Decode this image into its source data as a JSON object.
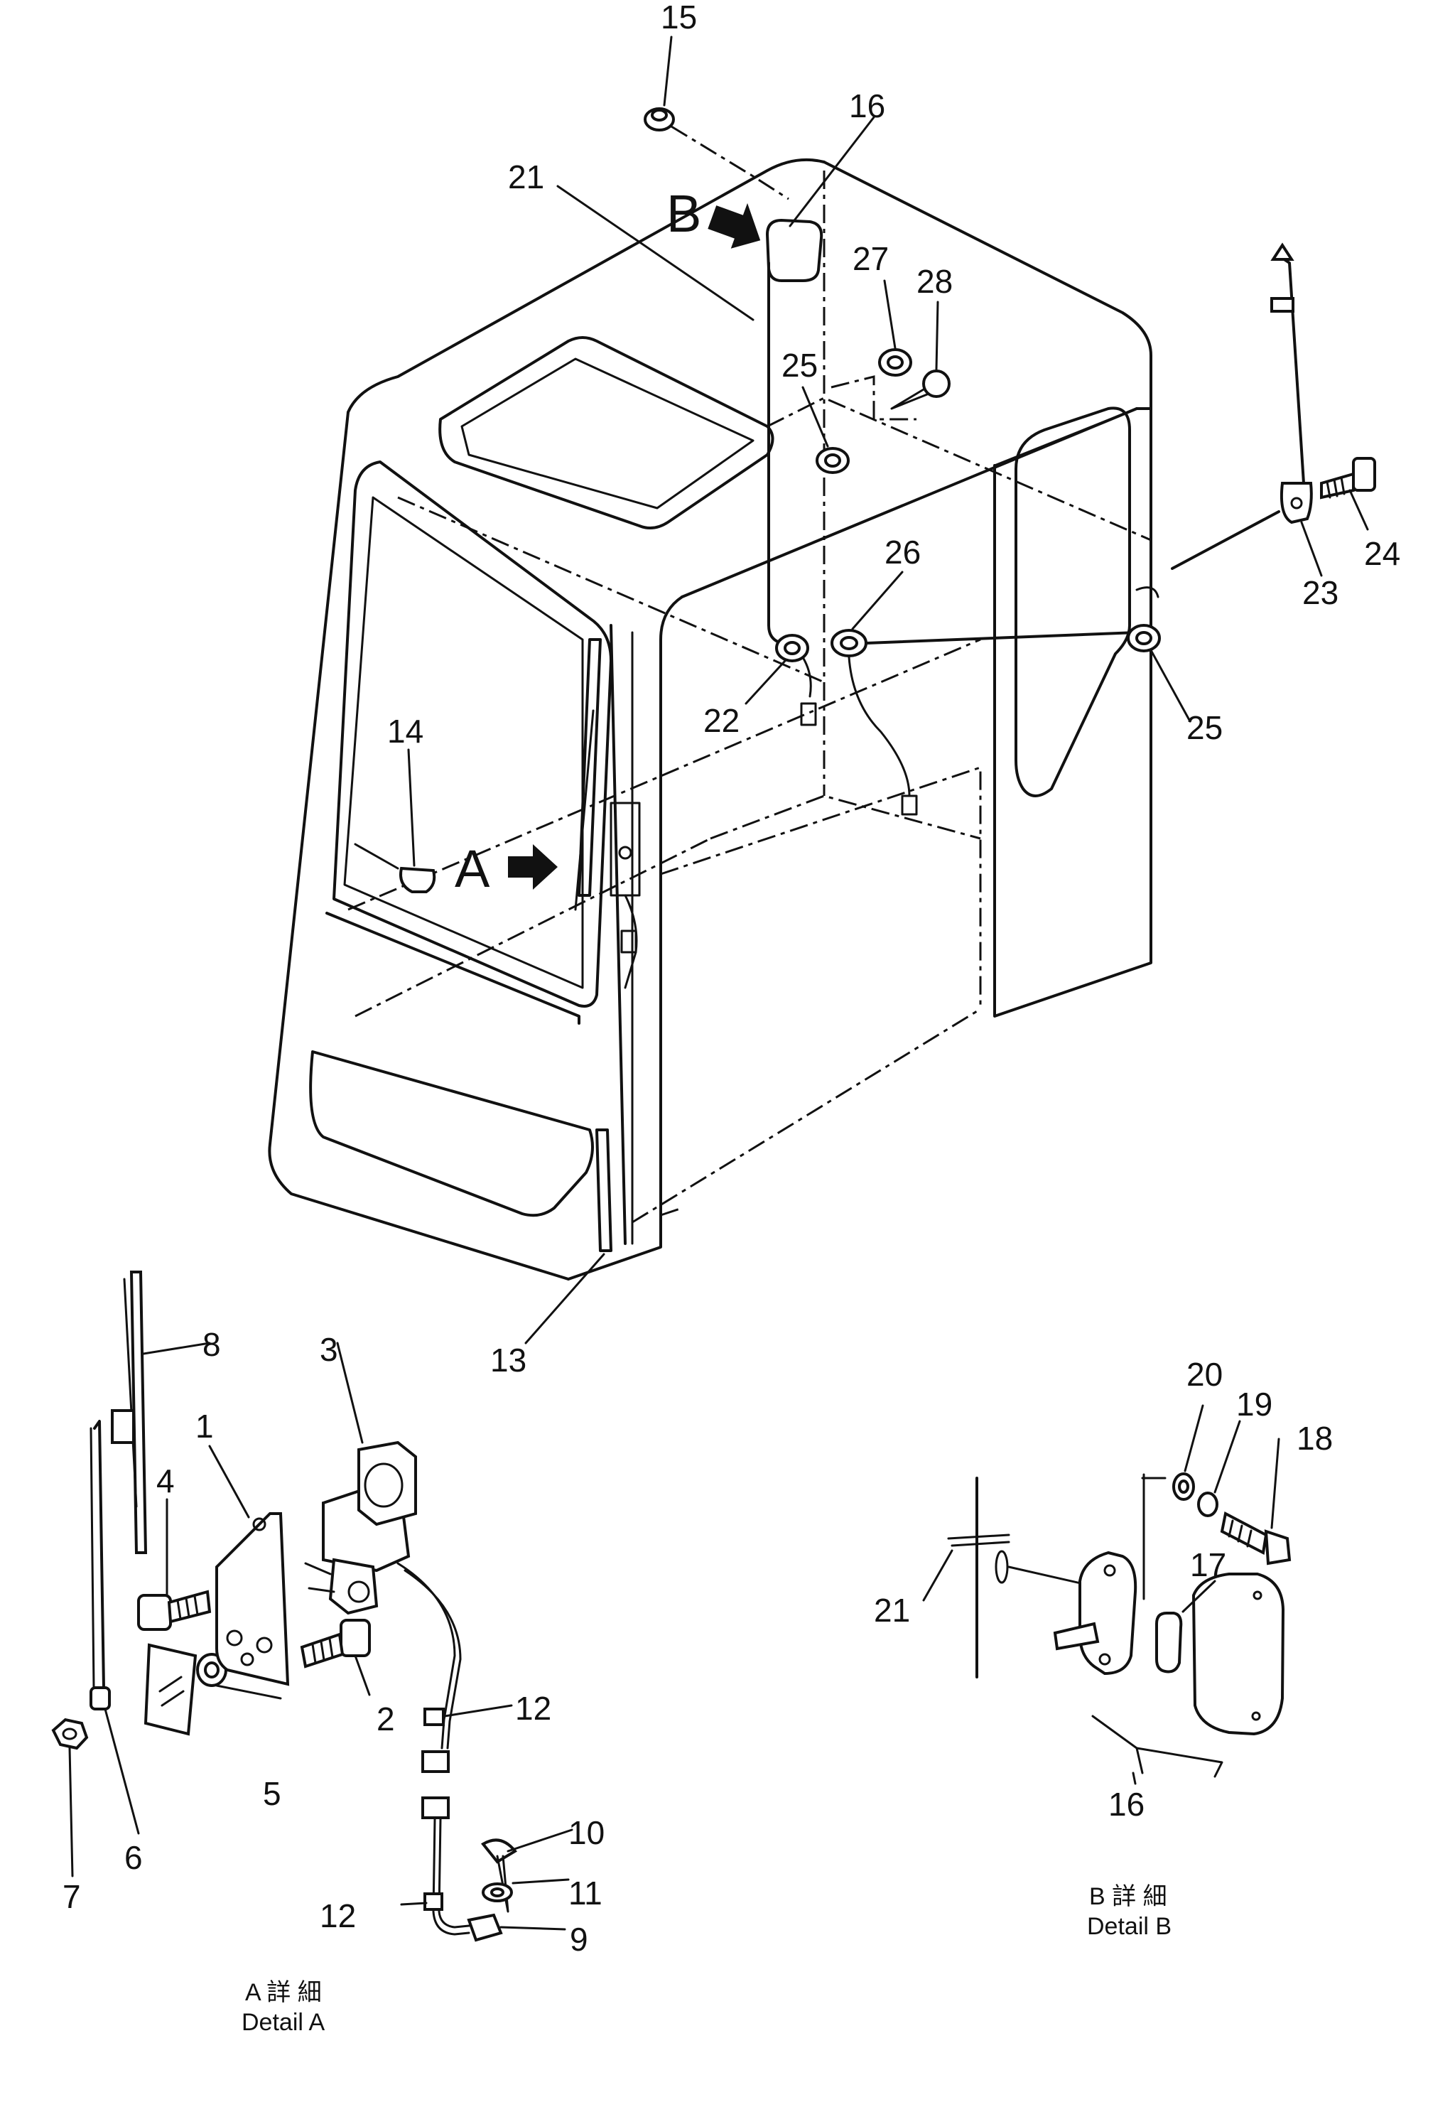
{
  "callouts": {
    "c1": "1",
    "c2": "2",
    "c3": "3",
    "c4": "4",
    "c5": "5",
    "c6": "6",
    "c7": "7",
    "c8": "8",
    "c9": "9",
    "c10": "10",
    "c11": "11",
    "c12a": "12",
    "c12b": "12",
    "c13": "13",
    "c14": "14",
    "c15": "15",
    "c16a": "16",
    "c16b": "16",
    "c17": "17",
    "c18": "18",
    "c19": "19",
    "c20": "20",
    "c21a": "21",
    "c21b": "21",
    "c22": "22",
    "c23": "23",
    "c24": "24",
    "c25a": "25",
    "c25b": "25",
    "c26": "26",
    "c27": "27",
    "c28": "28"
  },
  "view_markers": {
    "a": "A",
    "b": "B"
  },
  "captions": {
    "detail_a_jp": "A 詳 細",
    "detail_a_en": "Detail A",
    "detail_b_jp": "B 詳 細",
    "detail_b_en": "Detail B"
  }
}
